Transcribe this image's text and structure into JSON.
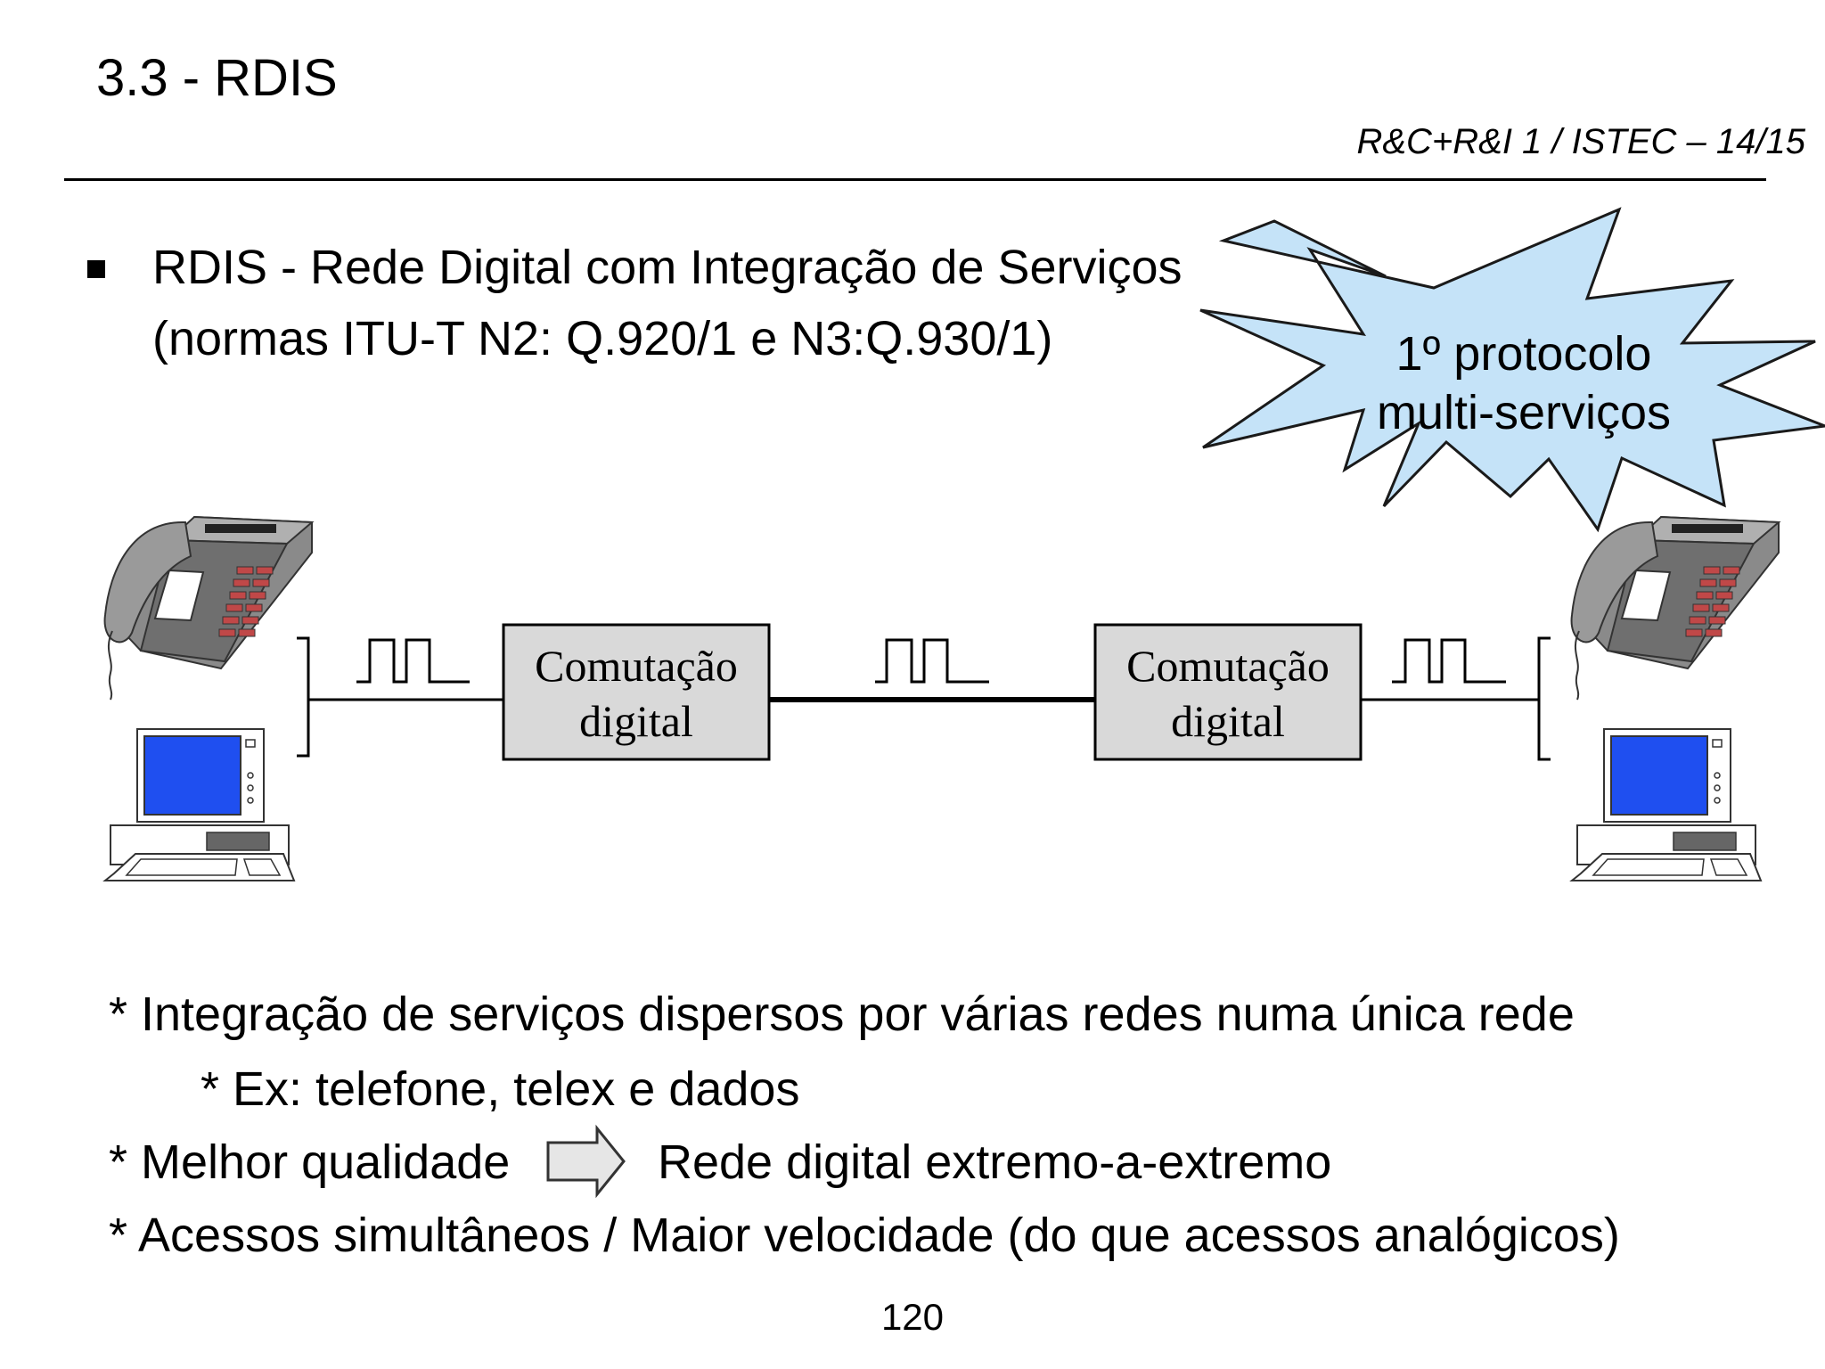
{
  "header": {
    "title": "3.3 - RDIS",
    "course": "R&C+R&I 1 / ISTEC – 14/15"
  },
  "bullet": {
    "line1": "RDIS - Rede Digital com Integração de Serviços",
    "line2": "(normas ITU-T N2: Q.920/1 e N3:Q.930/1)"
  },
  "callout": {
    "line1": "1º protocolo",
    "line2": "multi-serviços",
    "fill_color": "#c5e3f8"
  },
  "diagram": {
    "switch_left": {
      "line1": "Comutação",
      "line2": "digital"
    },
    "switch_right": {
      "line1": "Comutação",
      "line2": "digital"
    },
    "switch_fill": "#d9d9d9",
    "screen_color": "#1f4ff0",
    "devices": [
      "telephone-icon",
      "computer-icon"
    ]
  },
  "notes": {
    "item1": "* Integração de serviços dispersos por várias redes numa única rede",
    "item1_sub": "* Ex: telefone, telex e dados",
    "item2_left": "* Melhor qualidade",
    "item2_right": "Rede digital extremo-a-extremo",
    "item3": "* Acessos simultâneos / Maior velocidade (do que acessos analógicos)"
  },
  "footer": {
    "page_number": "120"
  }
}
